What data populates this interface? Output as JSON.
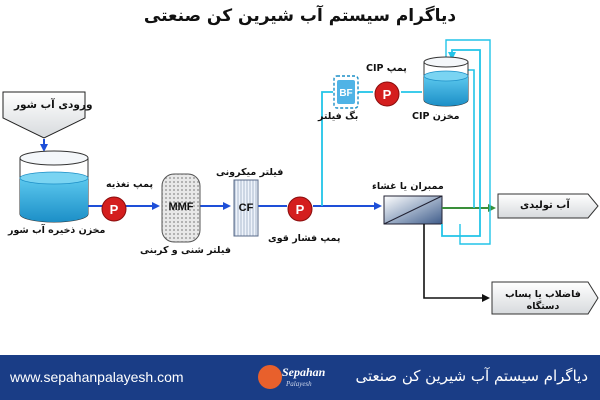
{
  "title": "دیاگرام سیستم آب شیرین کن صنعتی",
  "nodes": {
    "inlet": "ورودی آب شور",
    "storage_tank": "مخزن ذخیره آب شور",
    "feed_pump": "پمپ تغذیه",
    "mmf": "MMF",
    "mmf_caption": "فیلتر شنی و کربنی",
    "cf": "CF",
    "cf_caption": "فیلتر میکرونی",
    "hp_pump_caption": "پمپ فشار قوی",
    "membrane": "ممبران یا غشاء",
    "product": "آب تولیدی",
    "waste": "فاضلاب یا پساب دستگاه",
    "bf": "BF",
    "bf_caption": "بگ فیلتر",
    "cip_pump": "پمپ CIP",
    "cip_tank": "مخزن CIP",
    "pump_letter": "P"
  },
  "footer": {
    "url": "www.sepahanpalayesh.com",
    "caption": "دیاگرام سیستم آب شیرین کن صنعتی",
    "logo_name": "Sepahan",
    "logo_sub": "Palayesh"
  },
  "colors": {
    "blue_line": "#1e4fd8",
    "cyan_line": "#22c4e8",
    "green_line": "#3a8f3a",
    "pump_red": "#d41e1e",
    "tank_water": "#2aa7d6",
    "footer_bg": "#1a3d86"
  }
}
